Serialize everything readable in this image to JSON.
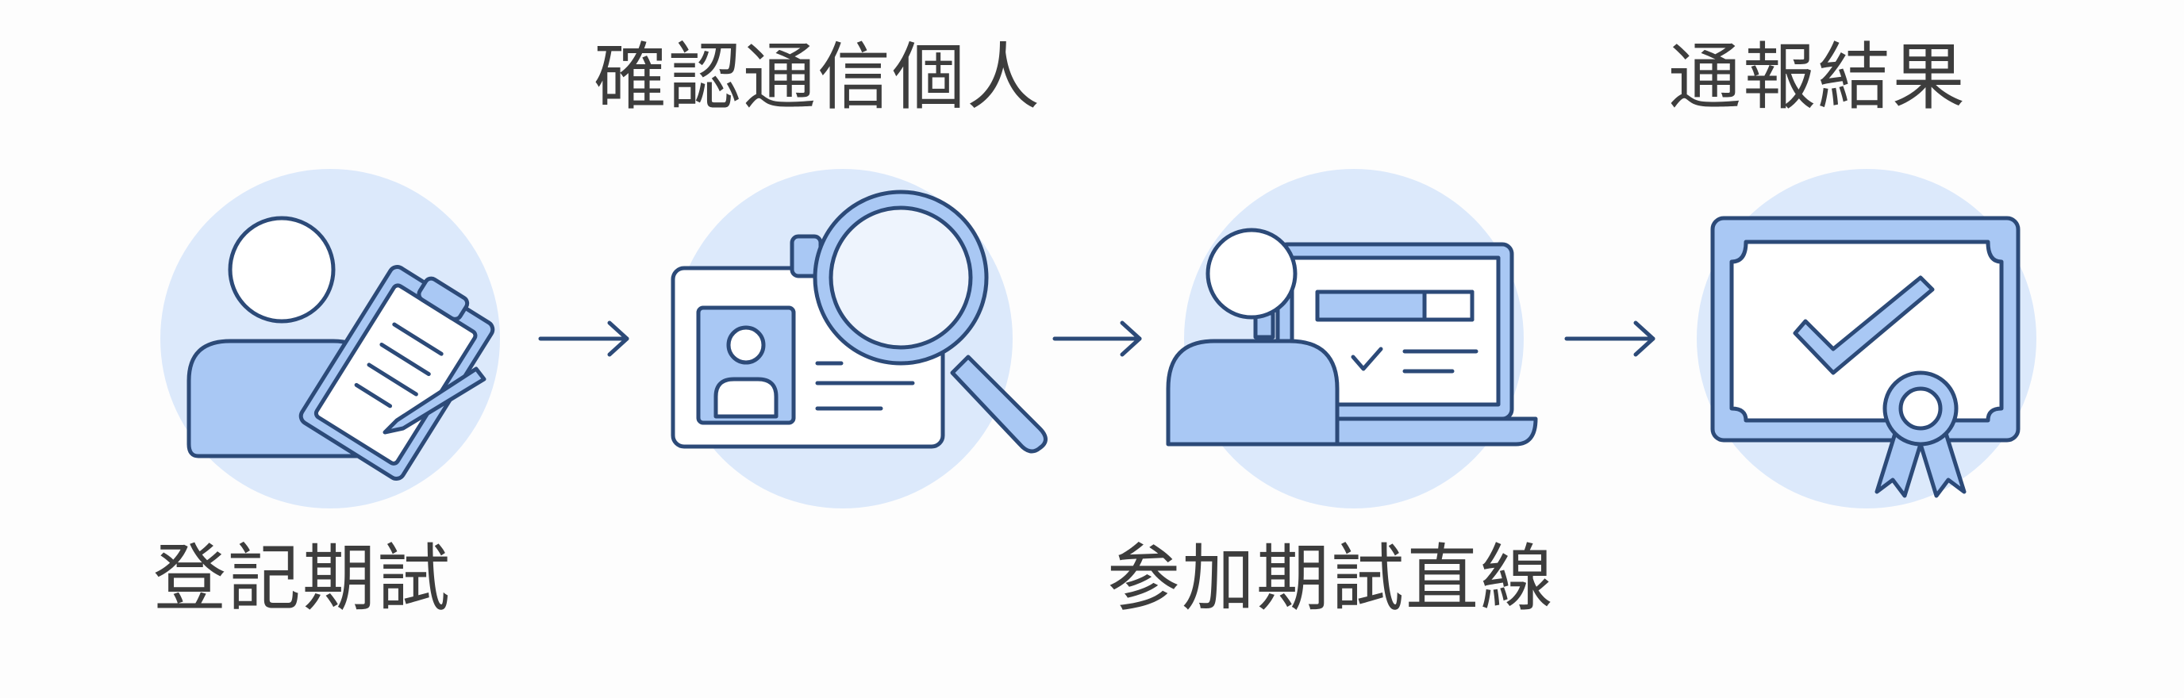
{
  "steps": [
    {
      "label": "登記期試",
      "icon": "person-clipboard-icon"
    },
    {
      "label": "確認通信個人",
      "icon": "id-card-magnifier-icon"
    },
    {
      "label": "参加期試直線",
      "icon": "person-laptop-icon"
    },
    {
      "label": "通報結果",
      "icon": "certificate-icon"
    }
  ],
  "colors": {
    "stroke": "#2c4a78",
    "fill": "#a9c8f4",
    "circle": "#dce9fb",
    "text": "#3d3d3d"
  }
}
